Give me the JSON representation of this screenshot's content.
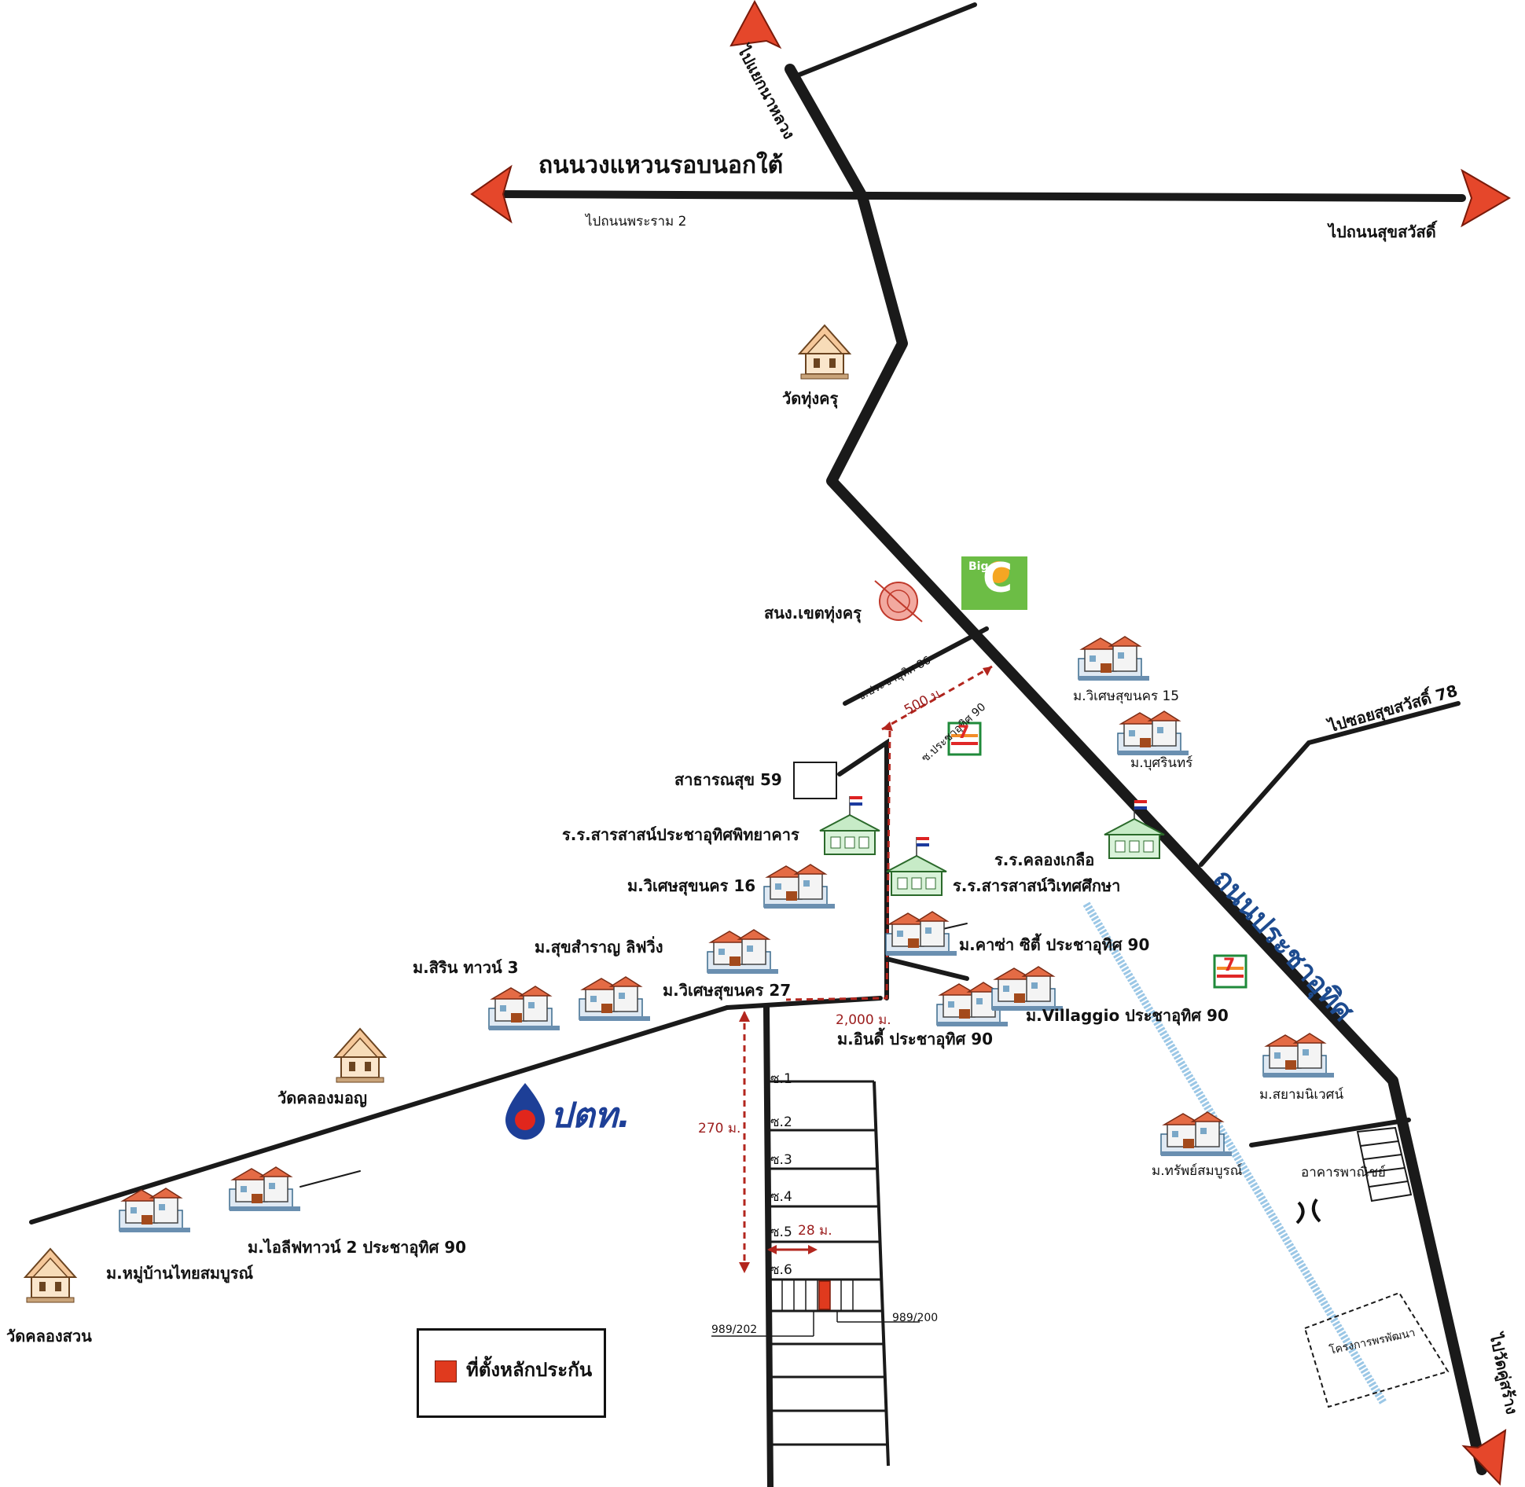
{
  "map": {
    "roads": {
      "ring_road": "ถนนวงแหวนรอบนอกใต้",
      "to_rama2": "ไปถนนพระราม 2",
      "to_suksawat": "ไปถนนสุขสวัสดิ์",
      "to_naluang": "ไปแยกนาหลวง",
      "pracha_uthit_road": "ถนนประชาอุทิศ",
      "to_soi_suksawat78": "ไปซอยสุขสวัสดิ์ 78",
      "to_wat_kusang": "ไปวัดคู่สร้าง",
      "soi86": "ซ.ประชาอุทิศ 86",
      "soi90": "ซ.ประชาอุทิศ 90"
    },
    "places": {
      "wat_thungkru": "วัดทุ่งครุ",
      "district_office": "สนง.เขตทุ่งครุ",
      "health_center": "สาธารณสุข 59",
      "school_saransas_pracha": "ร.ร.สารสาสน์ประชาอุทิศพิทยาคาร",
      "school_saransas_wites": "ร.ร.สารสาสน์วิเทศศึกษา",
      "school_khlongkluea": "ร.ร.คลองเกลือ",
      "vill_wisetsuk15": "ม.วิเศษสุขนคร 15",
      "vill_burin": "ม.บุศรินทร์",
      "vill_wisetsuk16": "ม.วิเศษสุขนคร 16",
      "vill_suksamran": "ม.สุขสำราญ ลิฟวิ่ง",
      "vill_sirin": "ม.สิริน ทาวน์ 3",
      "vill_wisetsuk27": "ม.วิเศษสุขนคร 27",
      "vill_casa": "ม.คาซ่า ซิตี้ ประชาอุทิศ 90",
      "vill_villaggio": "ม.Villaggio ประชาอุทิศ 90",
      "vill_indy": "ม.อินดี้ ประชาอุทิศ 90",
      "vill_siam": "ม.สยามนิเวศน์",
      "vill_sap": "ม.ทรัพย์สมบูรณ์",
      "commercial": "อาคารพาณิชย์",
      "wat_khlongmon": "วัดคลองมอญ",
      "vill_ilife": "ม.ไอลีฟทาวน์ 2 ประชาอุทิศ 90",
      "vill_thaisombun": "ม.หมู่บ้านไทยสมบูรณ์",
      "wat_khlongsuan": "วัดคลองสวน",
      "project_dev": "โครงการพรพัฒนา",
      "addr_202": "989/202",
      "addr_200": "989/200"
    },
    "brands": {
      "bigc_line1": "Big",
      "bigc_line2": "C",
      "ptt": "ปตท.",
      "seven": "7"
    },
    "distances": {
      "d500": "500 ม.",
      "d2000": "2,000 ม.",
      "d270": "270 ม.",
      "d28": "28 ม."
    },
    "sois": {
      "s1": "ซ.1",
      "s2": "ซ.2",
      "s3": "ซ.3",
      "s4": "ซ.4",
      "s5": "ซ.5",
      "s6": "ซ.6"
    },
    "legend": {
      "label": "ที่ตั้งหลักประกัน"
    },
    "colors": {
      "road": "#1a1a1a",
      "arrow": "#e5472b",
      "distance_marker": "#b3261e",
      "collateral": "#e03a1e",
      "canal": "#9bc7e6",
      "bigc_green": "#6cbd45",
      "seven_green": "#1f8a3a",
      "ptt_blue": "#1d3f97"
    }
  }
}
